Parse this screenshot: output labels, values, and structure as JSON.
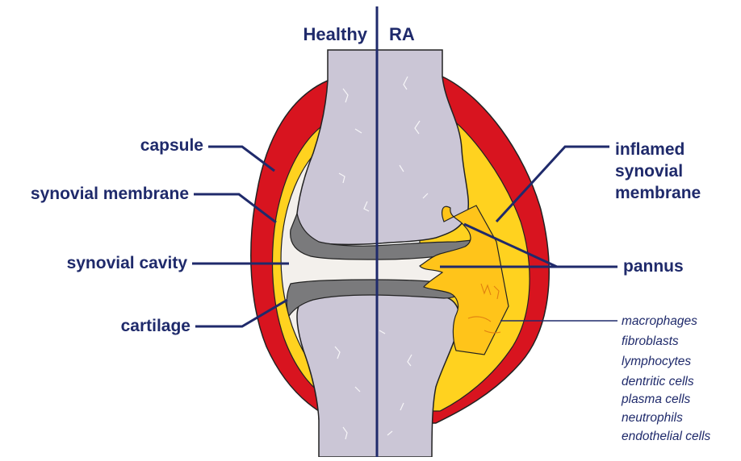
{
  "header": {
    "healthy": "Healthy",
    "ra": "RA"
  },
  "labels_left": {
    "capsule": "capsule",
    "synovial_membrane": "synovial membrane",
    "synovial_cavity": "synovial cavity",
    "cartilage": "cartilage"
  },
  "labels_right": {
    "inflamed_line1": "inflamed",
    "inflamed_line2": "synovial",
    "inflamed_line3": "membrane",
    "pannus": "pannus"
  },
  "cell_types": [
    "macrophages",
    "fibroblasts",
    "lymphocytes",
    "dentritic cells",
    "plasma cells",
    "neutrophils",
    "endothelial cells"
  ],
  "colors": {
    "capsule": "#d8141f",
    "synovium": "#ffd21f",
    "bone": "#cbc6d6",
    "cartilage": "#7a7a7c",
    "cavity": "#f3f0ec",
    "ink": "#1f2a6b"
  }
}
